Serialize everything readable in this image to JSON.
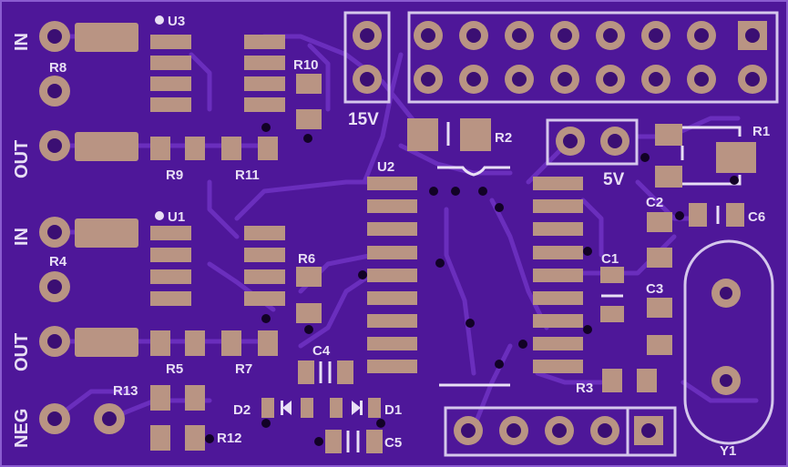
{
  "colors": {
    "board": "#4e1799",
    "trace": "#6a2ebd",
    "pad": "#b99483",
    "hole": "#3b0f73",
    "silk": "#e8dff5",
    "via": "#120226",
    "copper_ring": "#c7a08c"
  },
  "labels": {
    "in_top": "IN",
    "out_top": "OUT",
    "in_mid": "IN",
    "out_mid": "OUT",
    "neg": "NEG",
    "r8": "R8",
    "u3": "U3",
    "r10": "R10",
    "r9": "R9",
    "r11": "R11",
    "v15": "15V",
    "r2": "R2",
    "v5": "5V",
    "r1": "R1",
    "u2": "U2",
    "c2": "C2",
    "c6": "C6",
    "u1": "U1",
    "r4": "R4",
    "r6": "R6",
    "c1": "C1",
    "c3": "C3",
    "r5": "R5",
    "r7": "R7",
    "c4": "C4",
    "r13": "R13",
    "d2": "D2",
    "d1": "D1",
    "r3": "R3",
    "r12": "R12",
    "c5": "C5",
    "y1": "Y1"
  }
}
